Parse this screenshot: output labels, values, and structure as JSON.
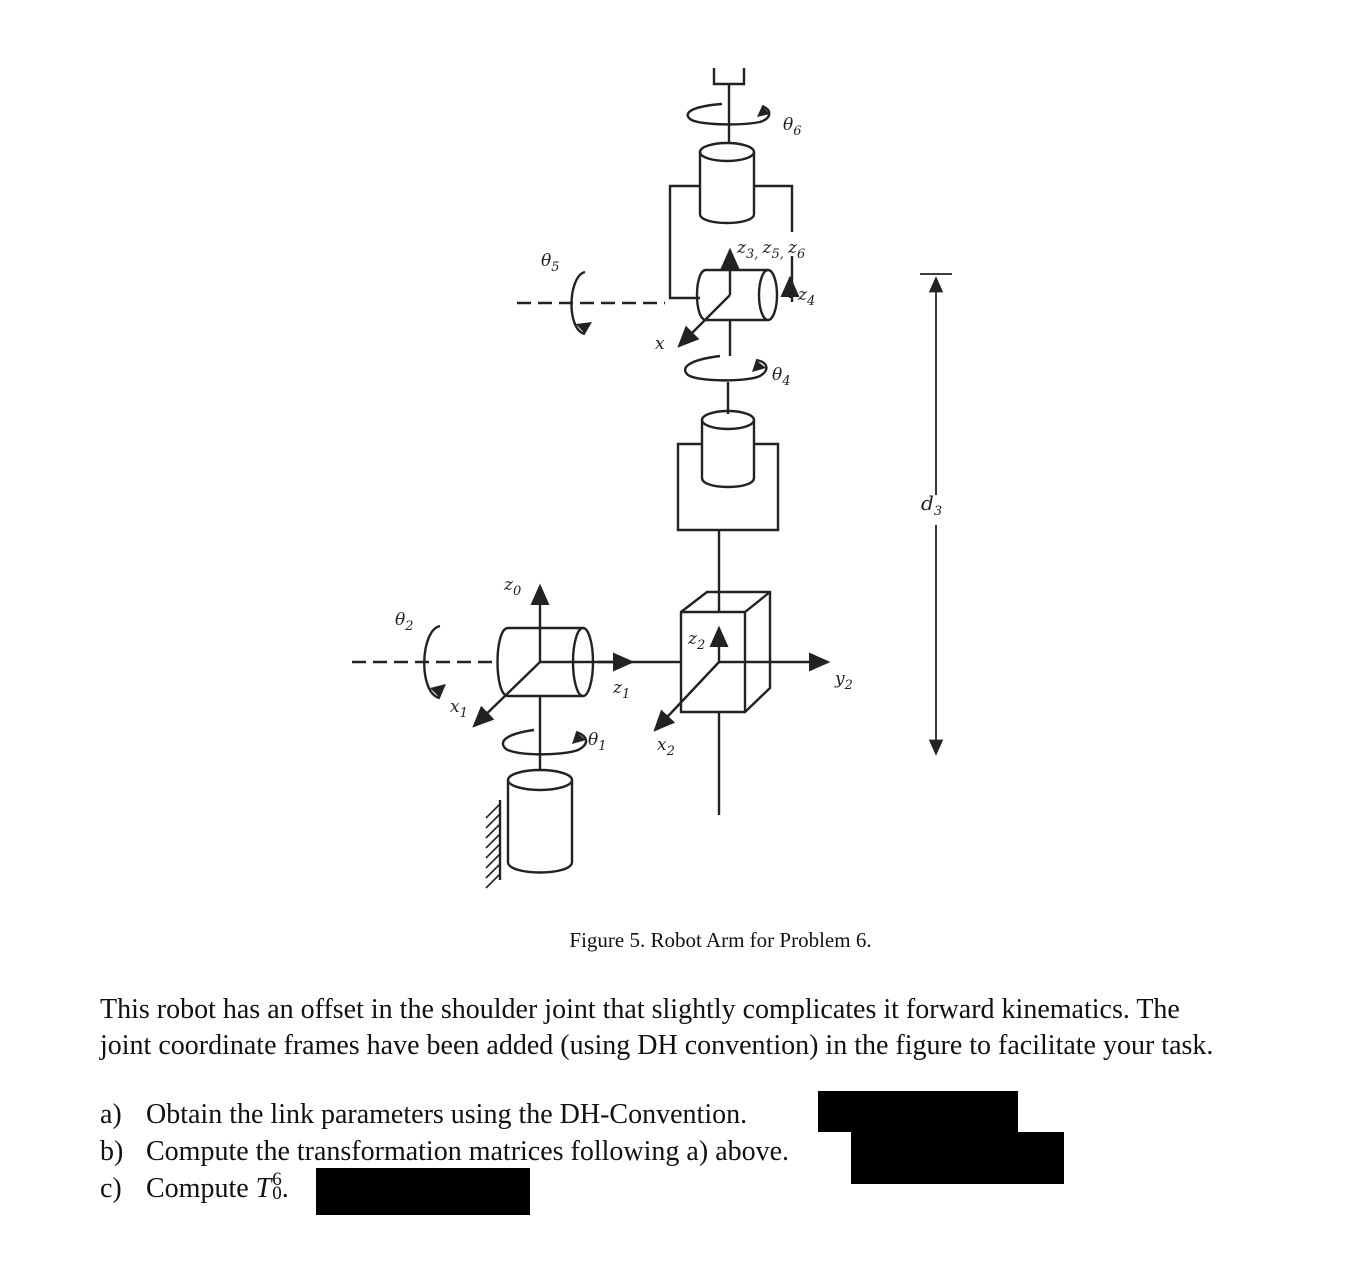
{
  "figure": {
    "labels": {
      "theta6": "θ",
      "theta6_sub": "6",
      "z356": "z",
      "z356_sub": "3, ",
      "z356_b": "z",
      "z356_b_sub": "5, ",
      "z356_c": "z",
      "z356_c_sub": "6",
      "z4": "z",
      "z4_sub": "4",
      "theta5": "θ",
      "theta5_sub": "5",
      "x": "x",
      "theta4": "θ",
      "theta4_sub": "4",
      "d3": "d",
      "d3_sub": "3",
      "z0": "z",
      "z0_sub": "0",
      "theta2": "θ",
      "theta2_sub": "2",
      "z2": "z",
      "z2_sub": "2",
      "y2": "y",
      "y2_sub": "2",
      "z1": "z",
      "z1_sub": "1",
      "x1": "x",
      "x1_sub": "1",
      "theta1": "θ",
      "theta1_sub": "1",
      "x2": "x",
      "x2_sub": "2"
    }
  },
  "caption": "Figure 5.  Robot Arm for Problem 6.",
  "paragraph": {
    "line1": "This robot has an offset in the shoulder joint that slightly complicates it forward kinematics. The",
    "line2": "joint coordinate frames have been added (using DH convention) in the figure to facilitate your task."
  },
  "questions": [
    {
      "marker": "a)",
      "text": "Obtain the link parameters using the DH-Convention."
    },
    {
      "marker": "b)",
      "text": "Compute the transformation matrices following a) above."
    },
    {
      "marker": "c)",
      "text": "Compute ",
      "math_base": "T",
      "math_sup": "6",
      "math_sub": "0",
      "tail": "."
    }
  ]
}
